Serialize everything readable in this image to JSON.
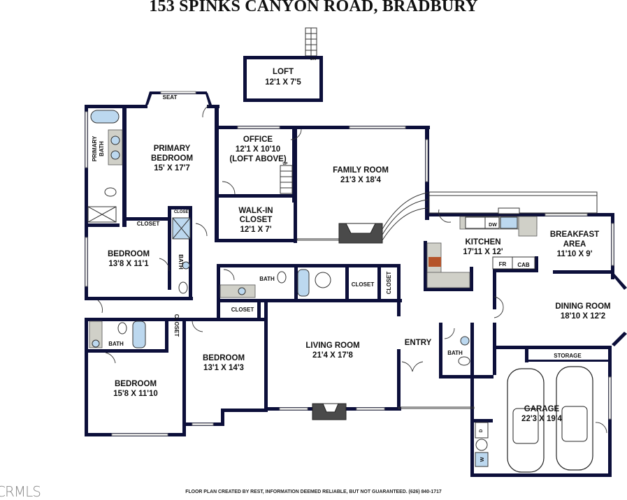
{
  "title": "153 SPINKS CANYON ROAD, BRADBURY",
  "footer": "FLOOR PLAN CREATED BY REST, INFORMATION DEEMED RELIABLE, BUT NOT GUARANTEED. (626) 840-1717",
  "watermark": "CRMLS",
  "colors": {
    "wall": "#0c0f3a",
    "tub": "#bcd8ef",
    "counter": "#d0d0c8",
    "fireplace": "#4a4a4a",
    "range": "#b5542a"
  },
  "rooms": [
    {
      "id": "loft",
      "name": "LOFT",
      "dims": "12'1 X 7'5"
    },
    {
      "id": "primary-bedroom",
      "name": "PRIMARY",
      "name2": "BEDROOM",
      "dims": "15' X 17'7"
    },
    {
      "id": "office",
      "name": "OFFICE",
      "dims": "12'1 X 10'10",
      "note": "(LOFT ABOVE)"
    },
    {
      "id": "family-room",
      "name": "FAMILY ROOM",
      "dims": "21'3 X 18'4"
    },
    {
      "id": "walk-in-closet",
      "name": "WALK-IN",
      "name2": "CLOSET",
      "dims": "12'1 X 7'"
    },
    {
      "id": "kitchen",
      "name": "KITCHEN",
      "dims": "17'11 X 12'"
    },
    {
      "id": "breakfast-area",
      "name": "BREAKFAST",
      "name2": "AREA",
      "dims": "11'10 X 9'"
    },
    {
      "id": "bedroom-2",
      "name": "BEDROOM",
      "dims": "13'8 X 11'1"
    },
    {
      "id": "dining-room",
      "name": "DINING ROOM",
      "dims": "18'10 X 12'2"
    },
    {
      "id": "living-room",
      "name": "LIVING ROOM",
      "dims": "21'4 X 17'8"
    },
    {
      "id": "entry",
      "name": "ENTRY"
    },
    {
      "id": "bedroom-3",
      "name": "BEDROOM",
      "dims": "13'1 X 14'3"
    },
    {
      "id": "bedroom-4",
      "name": "BEDROOM",
      "dims": "15'8 X 11'10"
    },
    {
      "id": "garage",
      "name": "GARAGE",
      "dims": "22'3 X 19'4"
    }
  ],
  "small_labels": {
    "seat": "SEAT",
    "primary_bath_1": "PRIMARY",
    "primary_bath_2": "BATH",
    "closet": "CLOSET",
    "bath": "BATH",
    "storage": "STORAGE",
    "dw": "DW",
    "fr": "FR",
    "cab": "CAB",
    "up": "UP",
    "dn": "DN",
    "washer": "W",
    "dryer": "D"
  }
}
